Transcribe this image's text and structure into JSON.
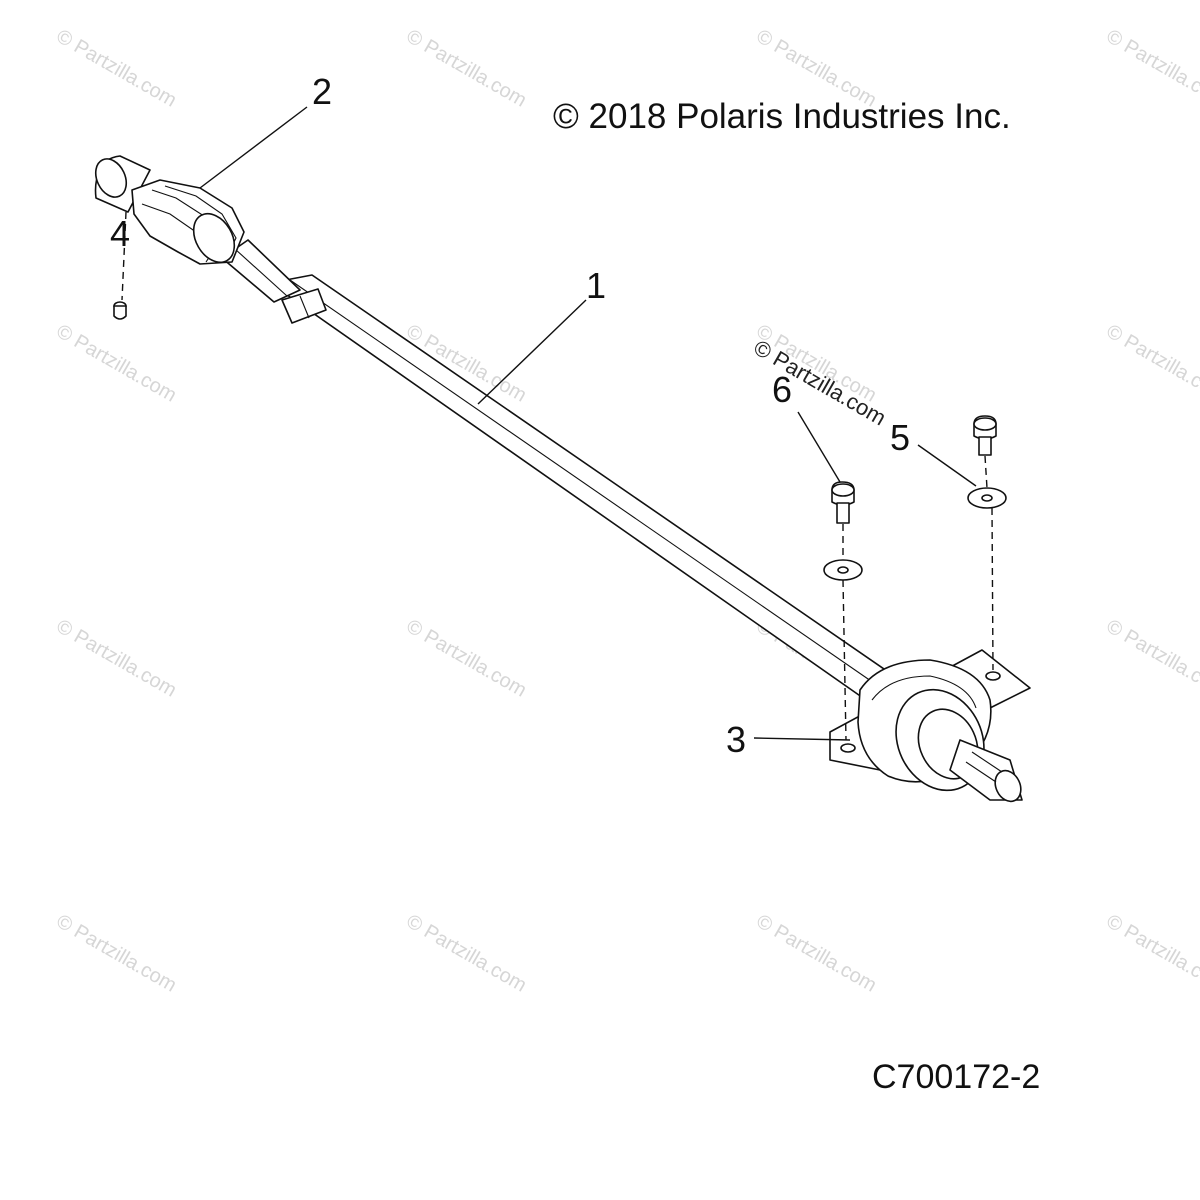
{
  "copyright": "© 2018 Polaris Industries Inc.",
  "figure_code": "C700172-2",
  "callouts": [
    {
      "id": "1",
      "label": "1"
    },
    {
      "id": "2",
      "label": "2"
    },
    {
      "id": "3",
      "label": "3"
    },
    {
      "id": "4",
      "label": "4"
    },
    {
      "id": "5",
      "label": "5"
    },
    {
      "id": "6",
      "label": "6"
    }
  ],
  "watermark": {
    "text": "© Partzilla.com",
    "color": "#d6d6d6"
  }
}
